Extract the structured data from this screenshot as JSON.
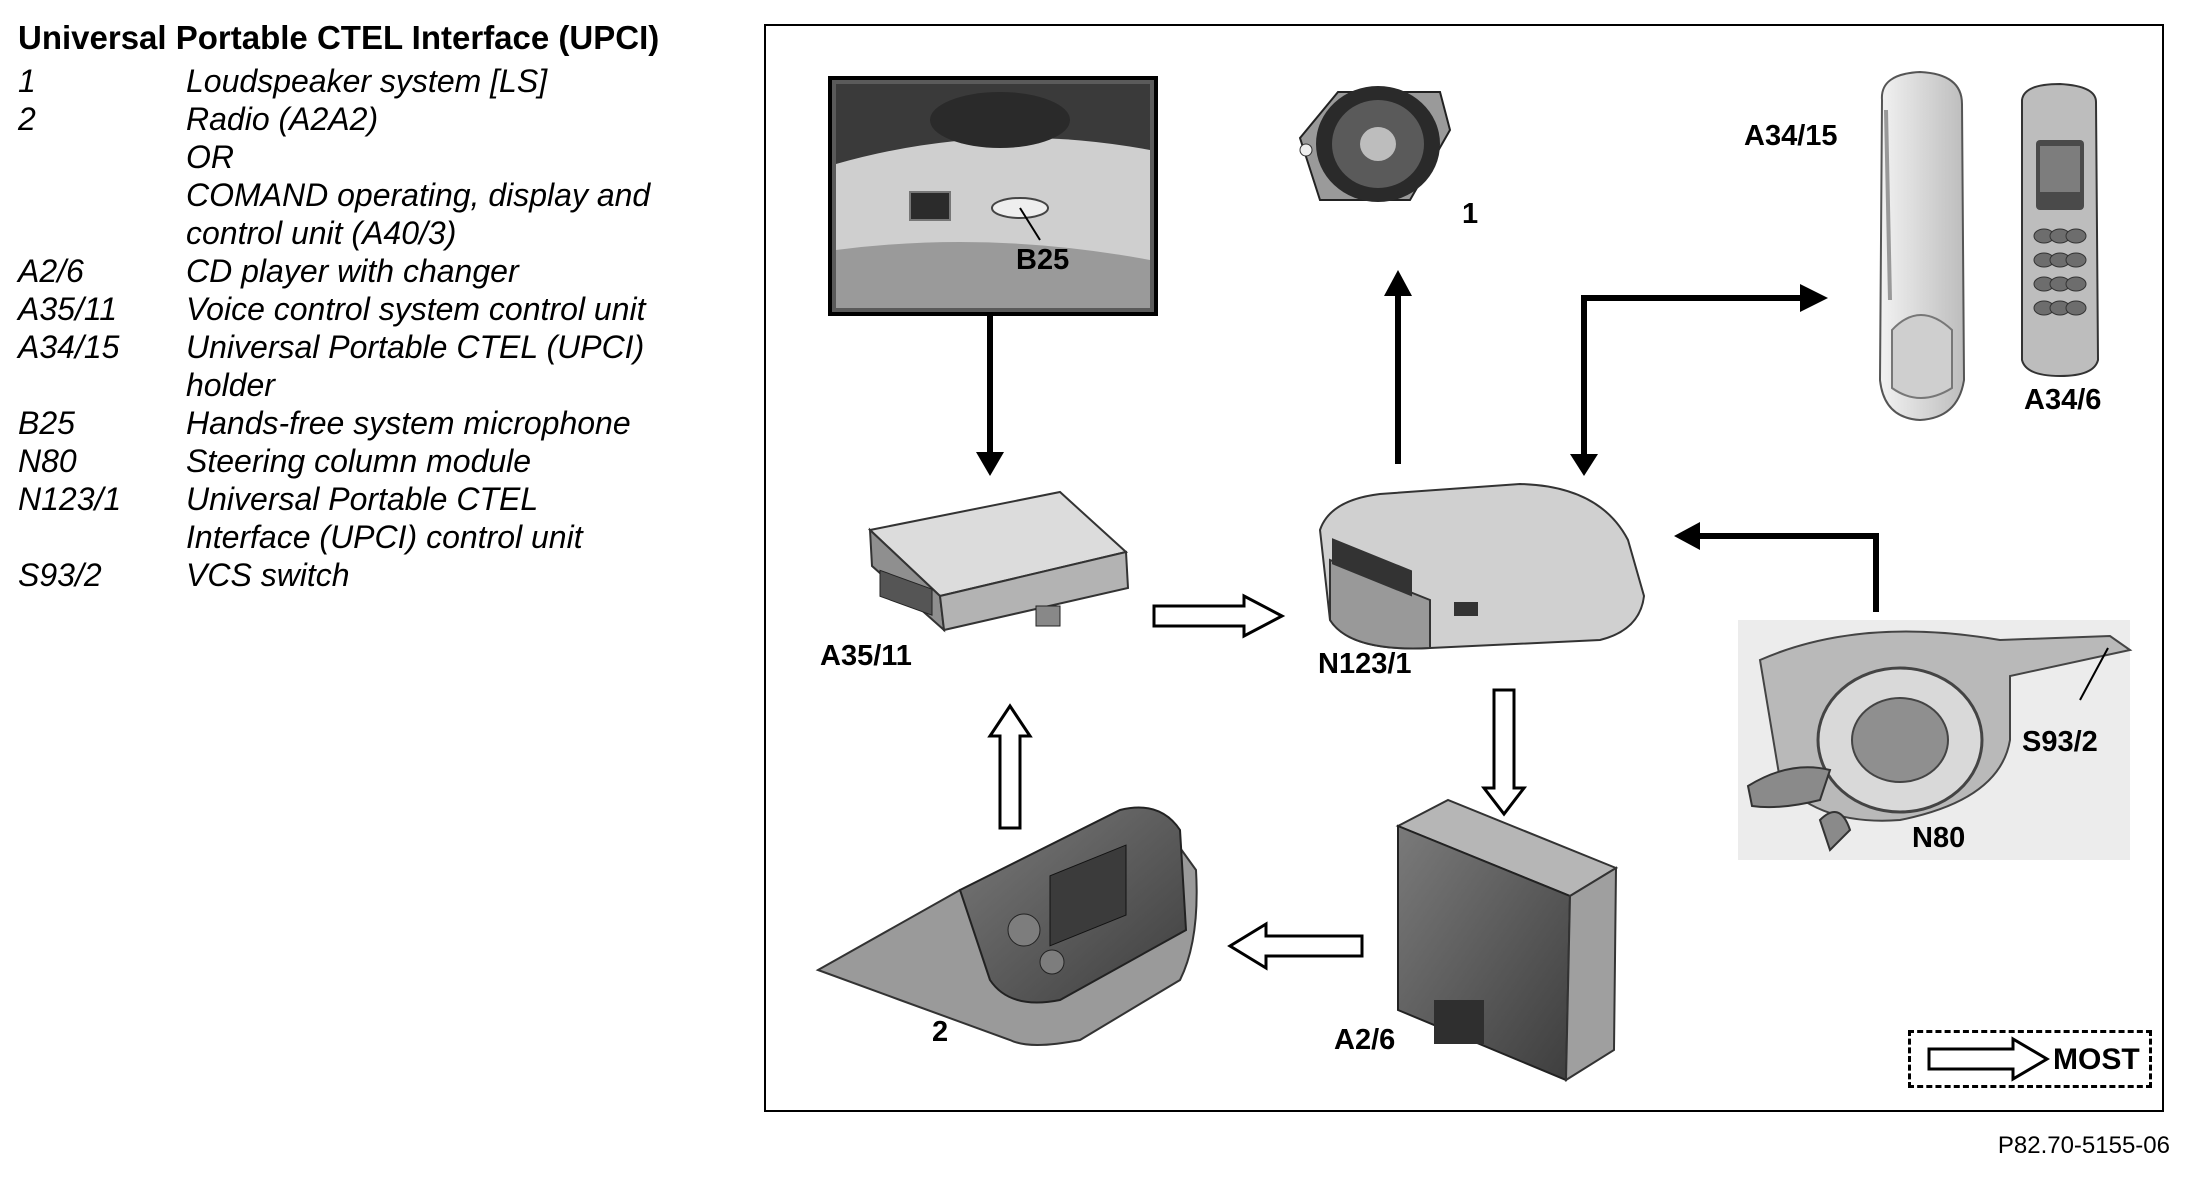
{
  "legend": {
    "title": "Universal Portable CTEL Interface (UPCI)",
    "items": [
      {
        "code": "1",
        "lines": [
          "Loudspeaker system [LS]"
        ]
      },
      {
        "code": "2",
        "lines": [
          "Radio (A2A2)",
          "OR",
          "COMAND operating, display and",
          "control unit (A40/3)"
        ]
      },
      {
        "code": "A2/6",
        "lines": [
          "CD player with changer"
        ]
      },
      {
        "code": "A35/11",
        "lines": [
          "Voice control system control unit"
        ]
      },
      {
        "code": "A34/15",
        "lines": [
          "Universal Portable CTEL (UPCI)",
          "holder"
        ]
      },
      {
        "code": "B25",
        "lines": [
          "Hands-free system microphone"
        ]
      },
      {
        "code": "N80",
        "lines": [
          "Steering column module"
        ]
      },
      {
        "code": "N123/1",
        "lines": [
          "Universal Portable CTEL",
          "Interface (UPCI) control unit"
        ]
      },
      {
        "code": "S93/2",
        "lines": [
          "VCS switch"
        ]
      }
    ]
  },
  "diagram": {
    "labels": {
      "b25": "B25",
      "speaker": "1",
      "holder": "A34/15",
      "phone": "A34/6",
      "voice_unit": "A35/11",
      "upci_unit": "N123/1",
      "vcs_switch": "S93/2",
      "steering_module": "N80",
      "radio": "2",
      "cd_changer": "A2/6"
    },
    "most_legend": "MOST"
  },
  "figure_id": "P82.70-5155-06",
  "colors": {
    "line": "#000000",
    "component_light": "#d8d8d8",
    "component_mid": "#a8a8a8",
    "component_dark": "#6c6c6c"
  }
}
